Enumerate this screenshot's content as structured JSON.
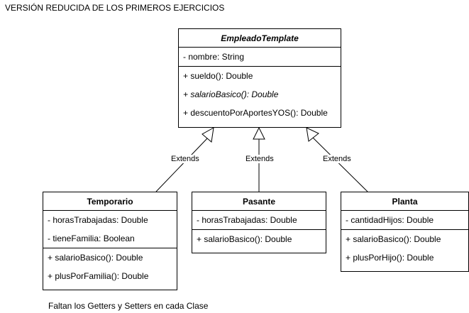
{
  "title": "VERSIÓN REDUCIDA DE LOS PRIMEROS EJERCICIOS",
  "footer": "Faltan los Getters y Setters en cada Clase",
  "classes": {
    "empleado": {
      "name": "EmpleadoTemplate",
      "attributes": [
        "- nombre: String"
      ],
      "methods": [
        "+ sueldo(): Double",
        "+ salarioBasico(): Double",
        "+ descuentoPorAportesYOS(): Double"
      ]
    },
    "temporario": {
      "name": "Temporario",
      "attributes": [
        "- horasTrabajadas: Double",
        "- tieneFamilia: Boolean"
      ],
      "methods": [
        "+ salarioBasico(): Double",
        "+ plusPorFamilia(): Double"
      ]
    },
    "pasante": {
      "name": "Pasante",
      "attributes": [
        "- horasTrabajadas: Double"
      ],
      "methods": [
        "+ salarioBasico(): Double"
      ]
    },
    "planta": {
      "name": "Planta",
      "attributes": [
        "- cantidadHijos: Double"
      ],
      "methods": [
        "+ salarioBasico(): Double",
        "+ plusPorHijo(): Double"
      ]
    }
  },
  "relations": {
    "temporario_label": "Extends",
    "pasante_label": "Extends",
    "planta_label": "Extends"
  }
}
